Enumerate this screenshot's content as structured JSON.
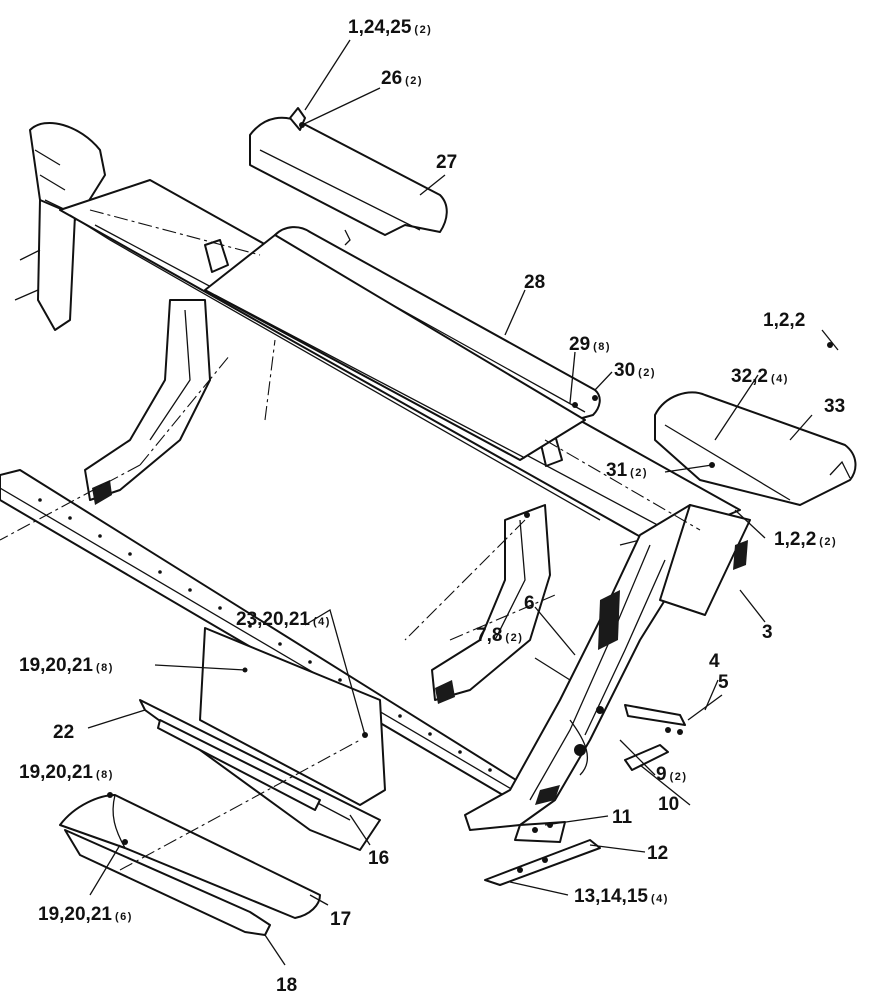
{
  "callouts": {
    "c_1_24_25": {
      "label": "1,24,25",
      "qty": "(2)"
    },
    "c_26": {
      "label": "26",
      "qty": "(2)"
    },
    "c_27": {
      "label": "27",
      "qty": ""
    },
    "c_28": {
      "label": "28",
      "qty": ""
    },
    "c_29": {
      "label": "29",
      "qty": "(8)"
    },
    "c_30": {
      "label": "30",
      "qty": "(2)"
    },
    "c_1_2_2_top": {
      "label": "1,2,2",
      "qty": ""
    },
    "c_32_2": {
      "label": "32,2",
      "qty": "(4)"
    },
    "c_33": {
      "label": "33",
      "qty": ""
    },
    "c_31": {
      "label": "31",
      "qty": "(2)"
    },
    "c_1_2_2_mid": {
      "label": "1,2,2",
      "qty": "(2)"
    },
    "c_3": {
      "label": "3",
      "qty": ""
    },
    "c_6": {
      "label": "6",
      "qty": ""
    },
    "c_7_8": {
      "label": "7,8",
      "qty": "(2)"
    },
    "c_23_20_21": {
      "label": "23,20,21",
      "qty": "(4)"
    },
    "c_19_20_21_a": {
      "label": "19,20,21",
      "qty": "(8)"
    },
    "c_4": {
      "label": "4",
      "qty": ""
    },
    "c_5": {
      "label": "5",
      "qty": ""
    },
    "c_22": {
      "label": "22",
      "qty": ""
    },
    "c_9": {
      "label": "9",
      "qty": "(2)"
    },
    "c_19_20_21_b": {
      "label": "19,20,21",
      "qty": "(8)"
    },
    "c_10": {
      "label": "10",
      "qty": ""
    },
    "c_11": {
      "label": "11",
      "qty": ""
    },
    "c_12": {
      "label": "12",
      "qty": ""
    },
    "c_16": {
      "label": "16",
      "qty": ""
    },
    "c_13_14_15": {
      "label": "13,14,15",
      "qty": "(4)"
    },
    "c_19_20_21_c": {
      "label": "19,20,21",
      "qty": "(6)"
    },
    "c_17": {
      "label": "17",
      "qty": ""
    },
    "c_18": {
      "label": "18",
      "qty": ""
    }
  }
}
